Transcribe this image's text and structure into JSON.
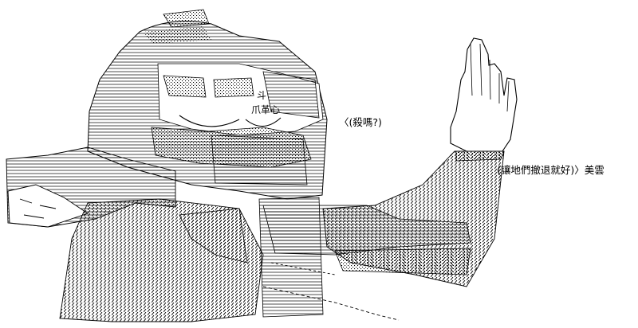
{
  "captions": {
    "question": "〈(殺嗎?)",
    "answer": "(讓地們撤退就好)〉美雲"
  },
  "face_marks": {
    "mark_1": "斗",
    "mark_2": "爪革心"
  },
  "colors": {
    "background": "#ffffff",
    "ink": "#000000"
  }
}
